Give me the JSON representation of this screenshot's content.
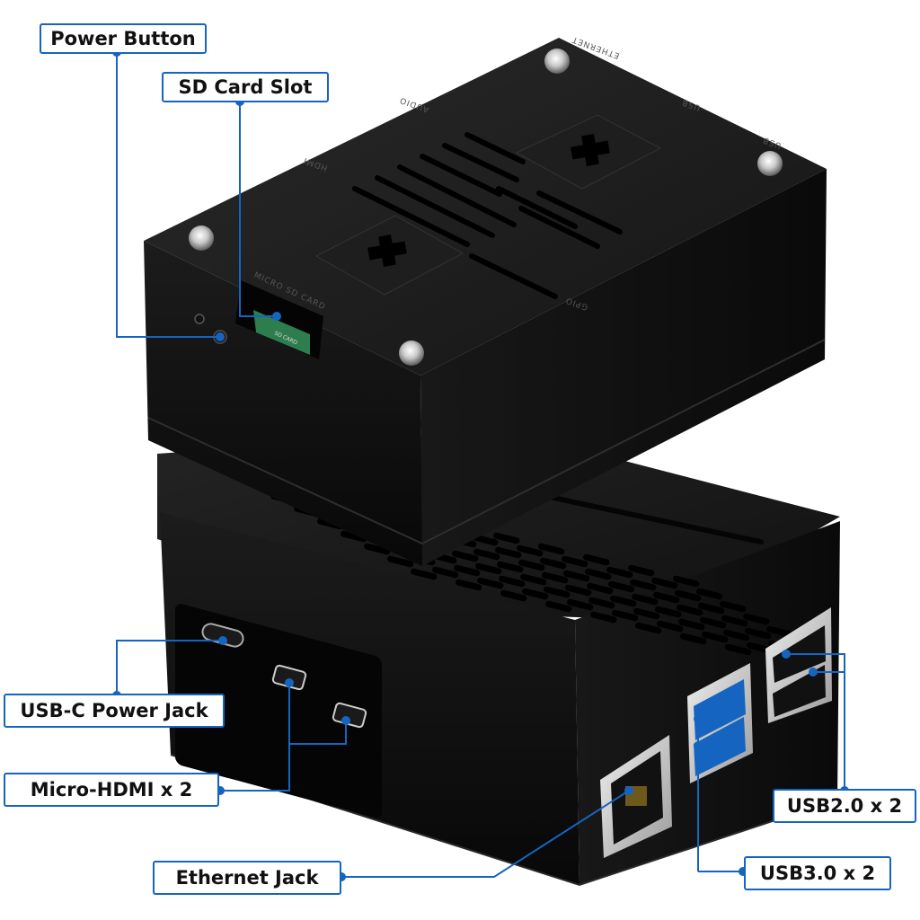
{
  "image": {
    "subject": "black-case",
    "accent_color": "#1565c0",
    "case_color": "#0d0d0d"
  },
  "callouts": {
    "power_button": "Power Button",
    "sd_card_slot": "SD Card Slot",
    "usb_c_power_jack": "USB-C Power Jack",
    "micro_hdmi": "Micro-HDMI x 2",
    "ethernet_jack": "Ethernet Jack",
    "usb2": "USB2.0 x 2",
    "usb3": "USB3.0 x 2"
  },
  "case_labels": {
    "ethernet": "ETHERNET",
    "usb": "USB",
    "audio": "AUDIO",
    "hdmi": "HDMI",
    "gpio": "GPIO",
    "micro_sd_card": "MICRO SD CARD",
    "sd_card_label": "SD CARD"
  }
}
